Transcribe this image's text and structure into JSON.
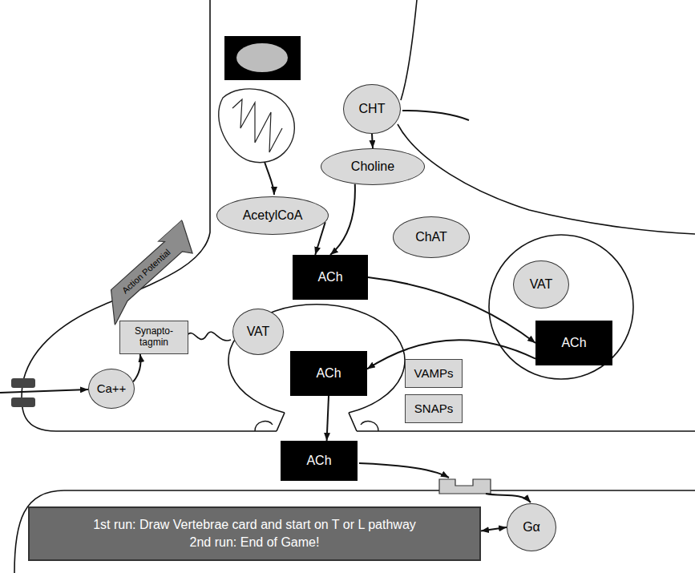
{
  "diagram": {
    "nodes": [
      {
        "text": [
          "CHT"
        ]
      },
      {
        "text": [
          "Choline"
        ]
      },
      {
        "text": [
          "AcetylCoA"
        ]
      },
      {
        "text": [
          "ChAT"
        ]
      },
      {
        "text": [
          "ACh"
        ]
      },
      {
        "text": [
          "Action Potential"
        ]
      },
      {
        "text": [
          "VAT"
        ]
      },
      {
        "text": [
          "ACh"
        ]
      },
      {
        "text": [
          "Synapto- tagmin"
        ]
      },
      {
        "text": [
          "VAT"
        ]
      },
      {
        "text": [
          "ACh"
        ]
      },
      {
        "text": [
          "VAMPs"
        ]
      },
      {
        "text": [
          "SNAPs"
        ]
      },
      {
        "text": [
          "Ca++"
        ]
      },
      {
        "text": [
          "ACh"
        ]
      },
      {
        "text": [
          "Gα"
        ]
      },
      {
        "text": [
          "1st run: Draw Vertebrae card and start on T or L pathway",
          "2nd run: End of Game!"
        ]
      }
    ],
    "edges": [
      {
        "from": 0,
        "to": 1,
        "arrow": "to"
      },
      {
        "from": 1,
        "to": 4,
        "arrow": "to"
      },
      {
        "from": 2,
        "to": 4,
        "arrow": "to"
      },
      {
        "from": 4,
        "to": 7,
        "arrow": "to"
      },
      {
        "from": 7,
        "to": 10,
        "arrow": "to"
      },
      {
        "from": 13,
        "to": 8,
        "arrow": "to"
      },
      {
        "from": 10,
        "to": 14,
        "arrow": "to"
      },
      {
        "from": 15,
        "to": 16,
        "arrow": "both"
      }
    ]
  }
}
